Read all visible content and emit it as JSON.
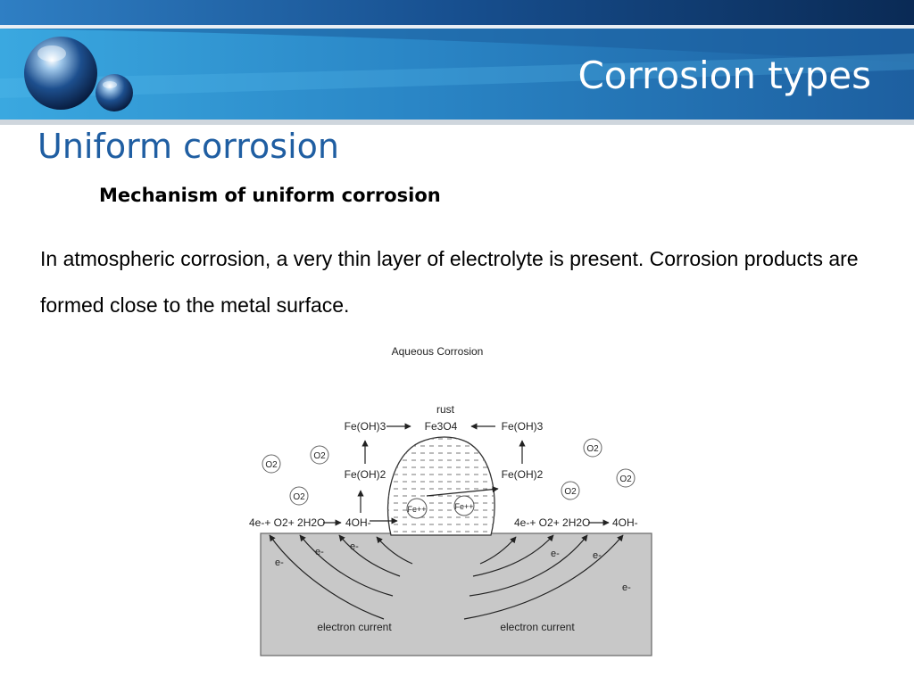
{
  "slide": {
    "title": "Corrosion types",
    "heading": "Uniform corrosion",
    "subheading": "Mechanism of uniform corrosion",
    "body": "In atmospheric corrosion, a very thin layer of electrolyte is present. Corrosion products are formed close to the metal surface."
  },
  "diagram": {
    "title": "Aqueous Corrosion",
    "rust_label": "rust",
    "fe3o4": "Fe3O4",
    "feoh3_left": "Fe(OH)3",
    "feoh3_right": "Fe(OH)3",
    "feoh2_left": "Fe(OH)2",
    "feoh2_right": "Fe(OH)2",
    "reaction_left": "4e-+ O2+ 2H2O",
    "product_left": "4OH-",
    "reaction_right": "4e-+ O2+ 2H2O",
    "product_right": "4OH-",
    "ion": "Fe++",
    "oxygen": "O2",
    "electron": "e-",
    "current_left": "electron current",
    "current_right": "electron current"
  },
  "colors": {
    "banner_dark": "#0c2e5c",
    "banner_mid": "#1a66a8",
    "banner_light": "#37a6df",
    "heading": "#1f5ea2",
    "metal": "#c8c8c8"
  }
}
